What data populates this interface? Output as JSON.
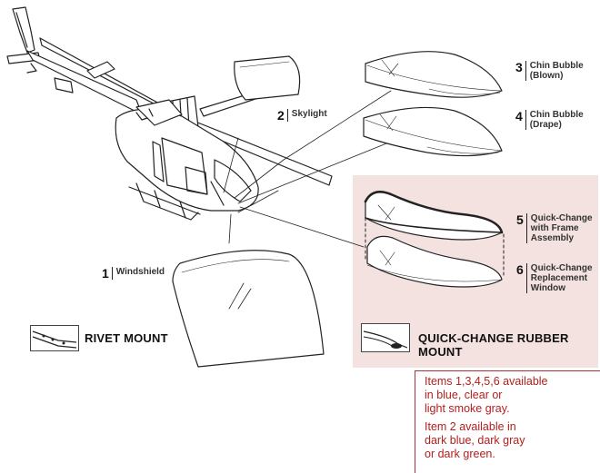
{
  "items": [
    {
      "number": "1",
      "label": "Windshield"
    },
    {
      "number": "2",
      "label": "Skylight"
    },
    {
      "number": "3",
      "label": "Chin Bubble\n(Blown)"
    },
    {
      "number": "4",
      "label": "Chin Bubble\n(Drape)"
    },
    {
      "number": "5",
      "label": "Quick-Change\nwith Frame\nAssembly"
    },
    {
      "number": "6",
      "label": "Quick-Change\nReplacement\nWindow"
    }
  ],
  "mounts": {
    "rivet": "RIVET MOUNT",
    "quick_change": "QUICK-CHANGE RUBBER MOUNT"
  },
  "notes": [
    "Items 1,3,4,5,6 available\nin blue, clear or\nlight smoke gray.",
    "Item 2 available in\ndark blue, dark gray\nor dark green."
  ],
  "colors": {
    "panel": "#f3e2df",
    "note_text": "#b1201e"
  }
}
